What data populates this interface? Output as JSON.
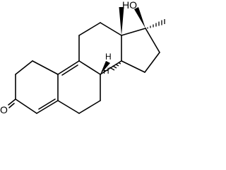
{
  "labels": {
    "hydroxyl": "HO",
    "oxygen": "O",
    "h_c8": "H",
    "h_c14": "H"
  },
  "colors": {
    "stroke": "#000000",
    "background": "#ffffff"
  }
}
